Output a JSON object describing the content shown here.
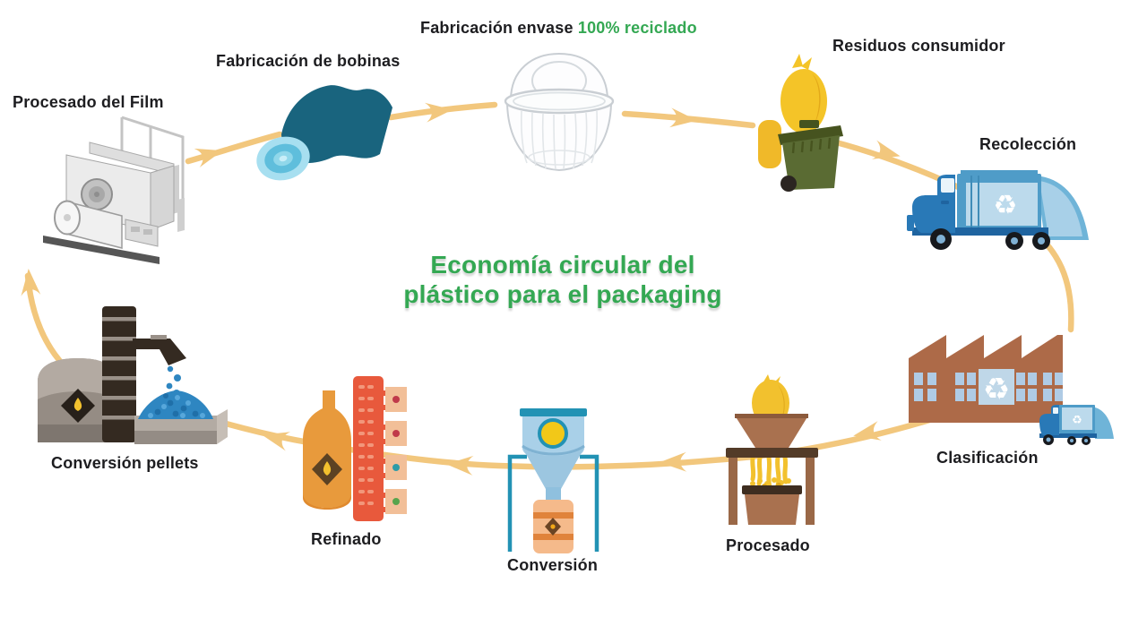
{
  "title": {
    "line1": "Economía circular del",
    "line2": "plástico para el packaging"
  },
  "labels": {
    "procesado_film": "Procesado del Film",
    "fabricacion_bobinas": "Fabricación de bobinas",
    "fabricacion_envase": "Fabricación envase",
    "fabricacion_envase_highlight": "100% reciclado",
    "residuos_consumidor": "Residuos consumidor",
    "recoleccion": "Recolección",
    "clasificacion": "Clasificación",
    "procesado": "Procesado",
    "conversion": "Conversión",
    "refinado": "Refinado",
    "conversion_pellets": "Conversión pellets"
  },
  "icons": {
    "recycle_glyph": "♻"
  },
  "colors": {
    "title_green": "#34a853",
    "highlight_green": "#34a853",
    "label_text": "#1d1d20",
    "arrow_tan": "#f2c77d",
    "bobbin_teal": "#19647e",
    "bobbin_roll_light": "#a7dff0",
    "bin_green": "#5a6b33",
    "bin_lid_green": "#46531f",
    "bag_yellow": "#f4c428",
    "truck_cab_blue": "#2979b7",
    "truck_panel_blue": "#bcdaec",
    "truck_frame_blue": "#4f9cc8",
    "factory_brown": "#ad6a48",
    "factory_window_blue": "#afcbe5",
    "shredder_brown": "#a9714f",
    "hopper_blue": "#a9d0e8",
    "hopper_teal": "#2292b4",
    "barrel_peach": "#f5ba8b",
    "bottle_orange": "#e89a3c",
    "tower_red": "#e8593c",
    "tank_gray": "#958c84",
    "pellet_blue": "#2e86c1"
  }
}
